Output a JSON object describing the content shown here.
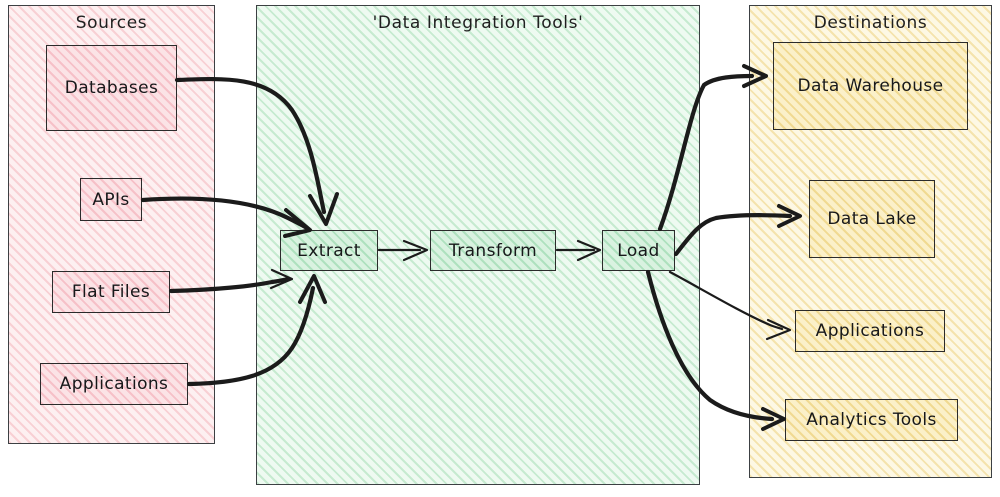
{
  "diagram": {
    "type": "etl-data-flow-flowchart",
    "panels": [
      {
        "id": "sources",
        "title": "Sources",
        "fill": "#fdf0f1",
        "stroke": "#3c4043",
        "nodes": [
          {
            "id": "databases",
            "label": "Databases"
          },
          {
            "id": "apis",
            "label": "APIs"
          },
          {
            "id": "flat-files",
            "label": "Flat Files"
          },
          {
            "id": "applications",
            "label": "Applications"
          }
        ]
      },
      {
        "id": "integration",
        "title": "'Data Integration Tools'",
        "fill": "#eefaf1",
        "stroke": "#3c4043",
        "nodes": [
          {
            "id": "extract",
            "label": "Extract"
          },
          {
            "id": "transform",
            "label": "Transform"
          },
          {
            "id": "load",
            "label": "Load"
          }
        ]
      },
      {
        "id": "destinations",
        "title": "Destinations",
        "fill": "#fdf8e4",
        "stroke": "#3c4043",
        "nodes": [
          {
            "id": "data-warehouse",
            "label": "Data Warehouse"
          },
          {
            "id": "data-lake",
            "label": "Data Lake"
          },
          {
            "id": "dest-applications",
            "label": "Applications"
          },
          {
            "id": "analytics-tools",
            "label": "Analytics Tools"
          }
        ]
      }
    ],
    "edges": [
      {
        "from": "databases",
        "to": "extract",
        "label": ""
      },
      {
        "from": "apis",
        "to": "extract",
        "label": ""
      },
      {
        "from": "flat-files",
        "to": "extract",
        "label": ""
      },
      {
        "from": "applications",
        "to": "extract",
        "label": ""
      },
      {
        "from": "extract",
        "to": "transform",
        "label": ""
      },
      {
        "from": "transform",
        "to": "load",
        "label": ""
      },
      {
        "from": "load",
        "to": "data-warehouse",
        "label": ""
      },
      {
        "from": "load",
        "to": "data-lake",
        "label": ""
      },
      {
        "from": "load",
        "to": "dest-applications",
        "label": ""
      },
      {
        "from": "load",
        "to": "analytics-tools",
        "label": ""
      }
    ],
    "colors": {
      "edge": "#1b1b1b",
      "source_node": "#fbe3e6",
      "process_node": "#d9f2e0",
      "destination_node": "#fbf0c9"
    }
  }
}
